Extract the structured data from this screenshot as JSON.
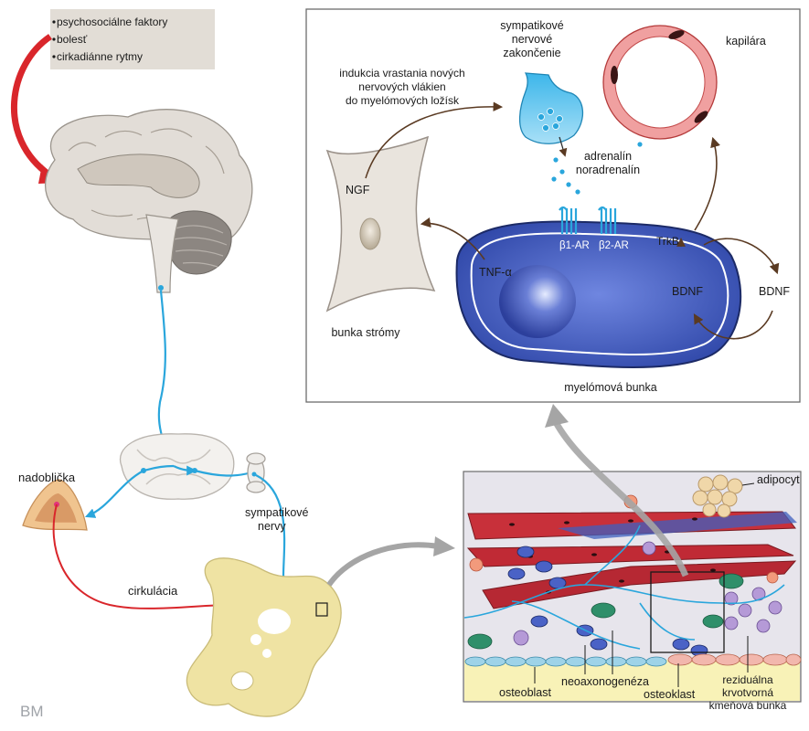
{
  "factors": [
    "psychosociálne faktory",
    "bolesť",
    "cirkadiánne rytmy"
  ],
  "labels": {
    "nadoblicka": "nadoblička",
    "sympatikove_nervy_1": "sympatikové",
    "sympatikove_nervy_2": "nervy",
    "cirkulacia": "cirkulácia",
    "signature": "BM"
  },
  "inset": {
    "nerve_ending_1": "sympatikové",
    "nerve_ending_2": "nervové",
    "nerve_ending_3": "zakončenie",
    "capillary": "kapilára",
    "induction_1": "indukcia vrastania nových",
    "induction_2": "nervových vlákien",
    "induction_3": "do myelómových ložísk",
    "adrenaline": "adrenalín",
    "noradrenaline": "noradrenalín",
    "ngf": "NGF",
    "b1ar": "β1-AR",
    "b2ar": "β2-AR",
    "trkb": "TrkB",
    "tnfa": "TNF-α",
    "bdnf_inner": "BDNF",
    "bdnf_outer": "BDNF",
    "stroma_cell": "bunka strómy",
    "myeloma_cell": "myelómová bunka"
  },
  "marrow": {
    "adipocyte": "adipocyt",
    "osteoblast": "osteoblast",
    "neoaxonogenesis": "neoaxonogenéza",
    "osteoclast": "osteoklast",
    "stem_1": "reziduálna",
    "stem_2": "krvotvorná",
    "stem_3": "kmeňová bunka"
  },
  "colors": {
    "nerve": "#2aa6dc",
    "circulation": "#d9262b",
    "bone": "#efe3a3",
    "myeloma": "#3f5fbf",
    "box_grey": "#e2ddd6"
  }
}
